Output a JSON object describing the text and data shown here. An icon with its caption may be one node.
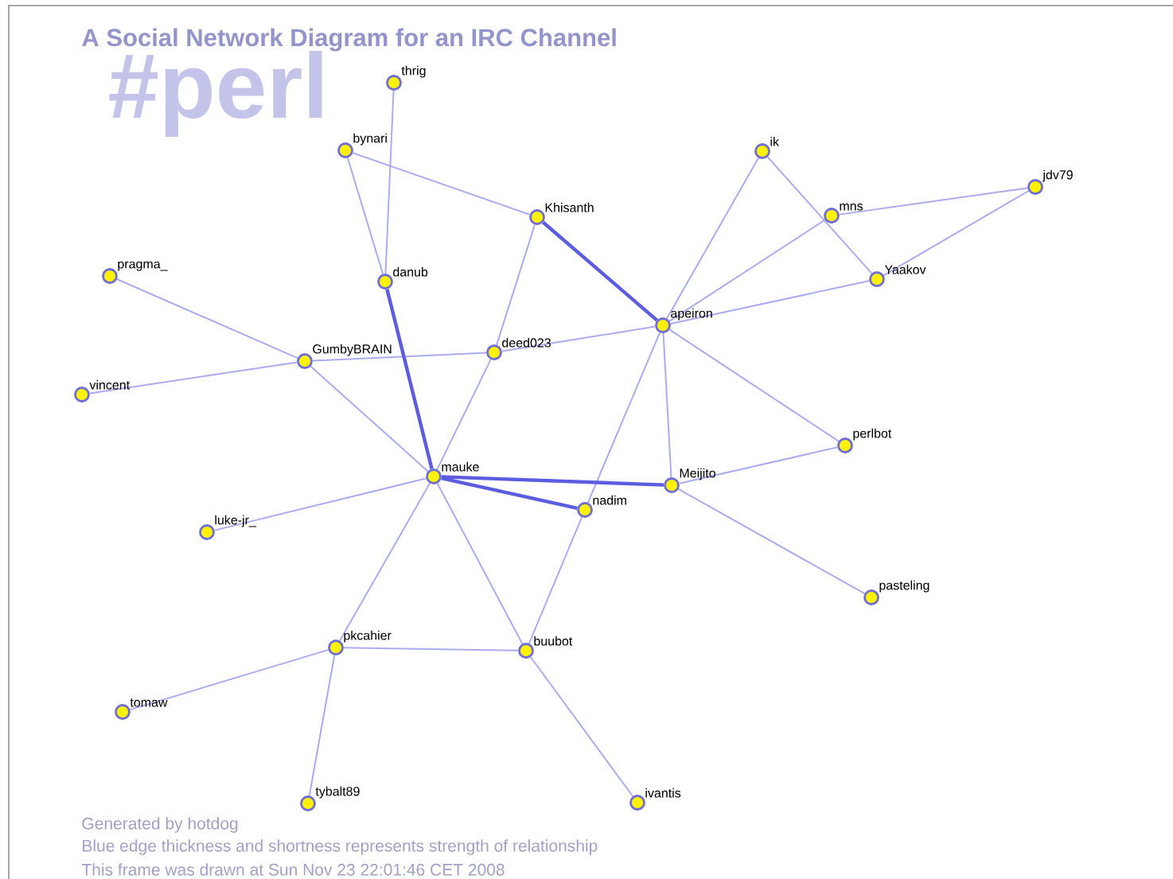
{
  "diagram": {
    "title": "A Social Network Diagram for an IRC Channel",
    "nodes": [
      {
        "text": [
          "thrig"
        ]
      },
      {
        "text": [
          "bynari"
        ]
      },
      {
        "text": [
          "ik"
        ]
      },
      {
        "text": [
          "jdv79"
        ]
      },
      {
        "text": [
          "Khisanth"
        ]
      },
      {
        "text": [
          "mns"
        ]
      },
      {
        "text": [
          "pragma_"
        ]
      },
      {
        "text": [
          "danub"
        ]
      },
      {
        "text": [
          "Yaakov"
        ]
      },
      {
        "text": [
          "apeiron"
        ]
      },
      {
        "text": [
          "GumbyBRAIN"
        ]
      },
      {
        "text": [
          "deed023"
        ]
      },
      {
        "text": [
          "vincent"
        ]
      },
      {
        "text": [
          "perlbot"
        ]
      },
      {
        "text": [
          "mauke"
        ]
      },
      {
        "text": [
          "Meijito"
        ]
      },
      {
        "text": [
          "nadim"
        ]
      },
      {
        "text": [
          "luke-jr_"
        ]
      },
      {
        "text": [
          "pasteling"
        ]
      },
      {
        "text": [
          "pkcahier"
        ]
      },
      {
        "text": [
          "buubot"
        ]
      },
      {
        "text": [
          "tomaw"
        ]
      },
      {
        "text": [
          "tybalt89"
        ]
      },
      {
        "text": [
          "ivantis"
        ]
      }
    ],
    "edges": [
      {
        "from": 0,
        "to": 7,
        "arrow": "none"
      },
      {
        "from": 1,
        "to": 7,
        "arrow": "none"
      },
      {
        "from": 1,
        "to": 4,
        "arrow": "none"
      },
      {
        "from": 4,
        "to": 9,
        "arrow": "none",
        "style": "thick",
        "color": "#5c5ce0"
      },
      {
        "from": 4,
        "to": 11,
        "arrow": "none"
      },
      {
        "from": 2,
        "to": 9,
        "arrow": "none"
      },
      {
        "from": 2,
        "to": 8,
        "arrow": "none"
      },
      {
        "from": 5,
        "to": 3,
        "arrow": "none"
      },
      {
        "from": 3,
        "to": 8,
        "arrow": "none"
      },
      {
        "from": 5,
        "to": 9,
        "arrow": "none"
      },
      {
        "from": 8,
        "to": 9,
        "arrow": "none"
      },
      {
        "from": 6,
        "to": 10,
        "arrow": "none"
      },
      {
        "from": 12,
        "to": 10,
        "arrow": "none"
      },
      {
        "from": 10,
        "to": 11,
        "arrow": "none"
      },
      {
        "from": 11,
        "to": 9,
        "arrow": "none"
      },
      {
        "from": 10,
        "to": 14,
        "arrow": "none"
      },
      {
        "from": 7,
        "to": 14,
        "arrow": "none",
        "style": "thick",
        "color": "#5c5ce0"
      },
      {
        "from": 11,
        "to": 14,
        "arrow": "none"
      },
      {
        "from": 9,
        "to": 15,
        "arrow": "none"
      },
      {
        "from": 9,
        "to": 13,
        "arrow": "none"
      },
      {
        "from": 9,
        "to": 16,
        "arrow": "none"
      },
      {
        "from": 14,
        "to": 15,
        "arrow": "none",
        "style": "thick",
        "color": "#5c5ce0"
      },
      {
        "from": 14,
        "to": 16,
        "arrow": "none",
        "style": "thick",
        "color": "#5c5ce0"
      },
      {
        "from": 15,
        "to": 13,
        "arrow": "none"
      },
      {
        "from": 15,
        "to": 18,
        "arrow": "none"
      },
      {
        "from": 17,
        "to": 14,
        "arrow": "none"
      },
      {
        "from": 14,
        "to": 19,
        "arrow": "none"
      },
      {
        "from": 14,
        "to": 20,
        "arrow": "none"
      },
      {
        "from": 16,
        "to": 20,
        "arrow": "none"
      },
      {
        "from": 19,
        "to": 20,
        "arrow": "none"
      },
      {
        "from": 19,
        "to": 21,
        "arrow": "none"
      },
      {
        "from": 19,
        "to": 22,
        "arrow": "none"
      },
      {
        "from": 20,
        "to": 23,
        "arrow": "none"
      }
    ],
    "labels": [
      "#perl",
      "Generated by hotdog",
      "Blue edge thickness and shortness represents strength of relationship",
      "This frame was drawn at Sun Nov 23 22:01:46 CET 2008"
    ]
  }
}
